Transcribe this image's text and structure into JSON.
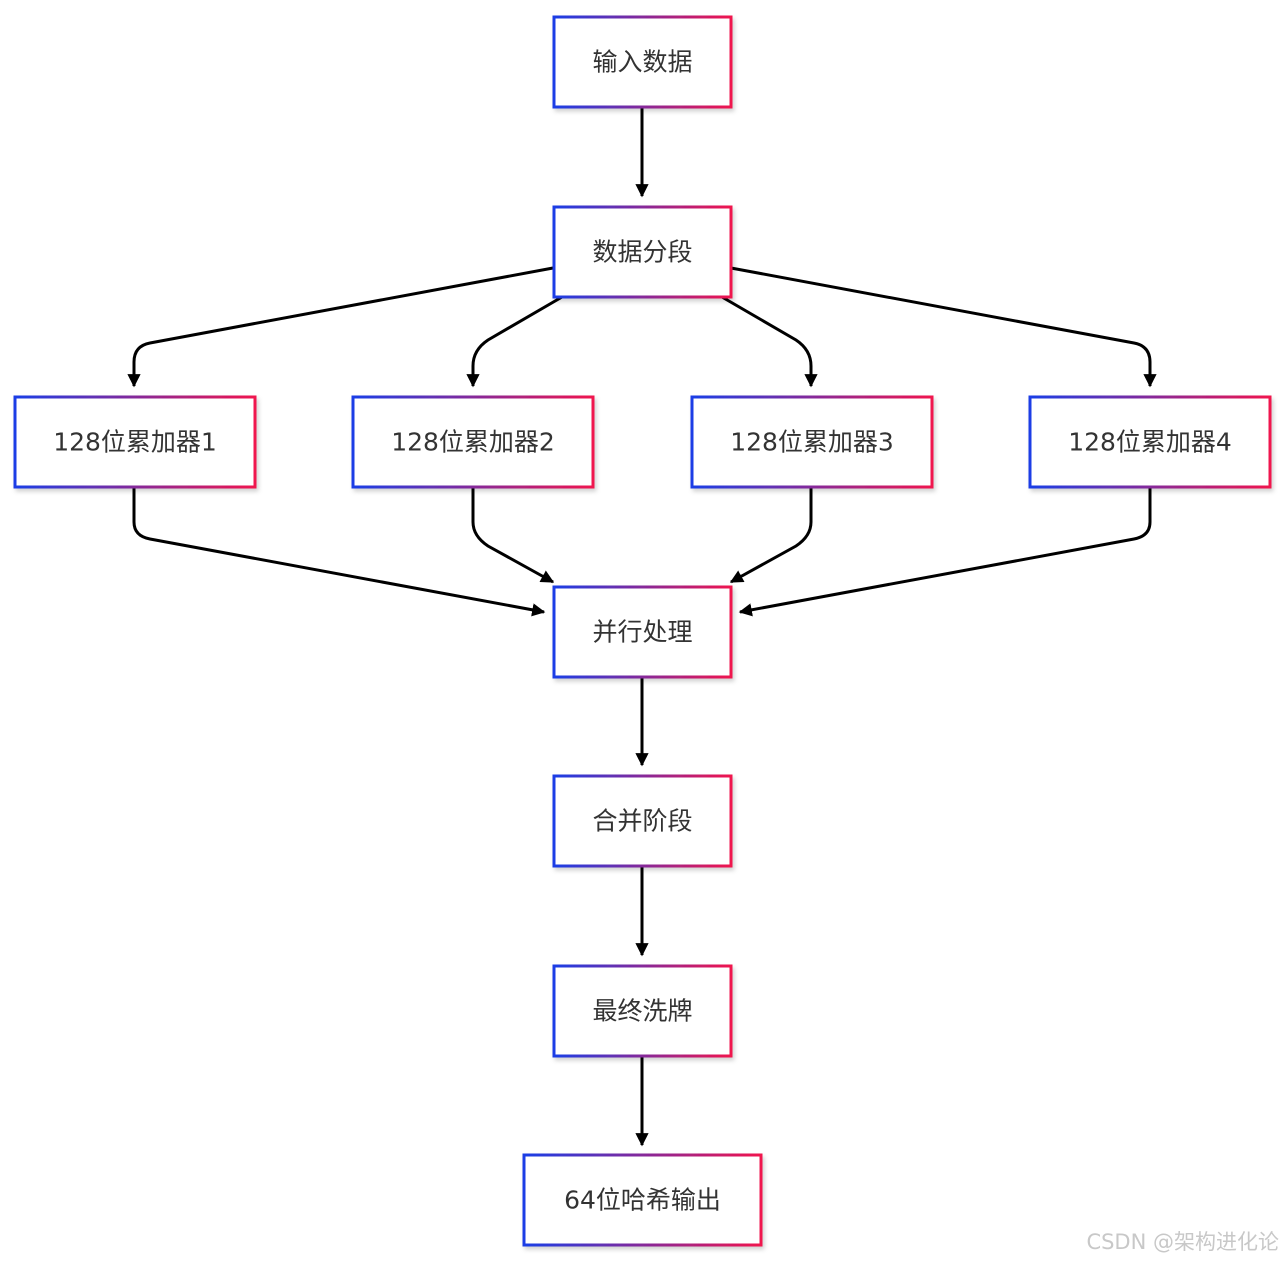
{
  "diagram": {
    "nodes": [
      {
        "id": "input",
        "label": "输入数据"
      },
      {
        "id": "split",
        "label": "数据分段"
      },
      {
        "id": "acc1",
        "label": "128位累加器1"
      },
      {
        "id": "acc2",
        "label": "128位累加器2"
      },
      {
        "id": "acc3",
        "label": "128位累加器3"
      },
      {
        "id": "acc4",
        "label": "128位累加器4"
      },
      {
        "id": "parallel",
        "label": "并行处理"
      },
      {
        "id": "merge",
        "label": "合并阶段"
      },
      {
        "id": "shuffle",
        "label": "最终洗牌"
      },
      {
        "id": "output",
        "label": "64位哈希输出"
      }
    ],
    "edges": [
      {
        "from": "input",
        "to": "split"
      },
      {
        "from": "split",
        "to": "acc1"
      },
      {
        "from": "split",
        "to": "acc2"
      },
      {
        "from": "split",
        "to": "acc3"
      },
      {
        "from": "split",
        "to": "acc4"
      },
      {
        "from": "acc1",
        "to": "parallel"
      },
      {
        "from": "acc2",
        "to": "parallel"
      },
      {
        "from": "acc3",
        "to": "parallel"
      },
      {
        "from": "acc4",
        "to": "parallel"
      },
      {
        "from": "parallel",
        "to": "merge"
      },
      {
        "from": "merge",
        "to": "shuffle"
      },
      {
        "from": "shuffle",
        "to": "output"
      }
    ],
    "colors": {
      "border_start": "#1a3ee6",
      "border_end": "#f0144e",
      "edge": "#000000",
      "text": "#333333"
    }
  },
  "watermark": "CSDN @架构进化论"
}
